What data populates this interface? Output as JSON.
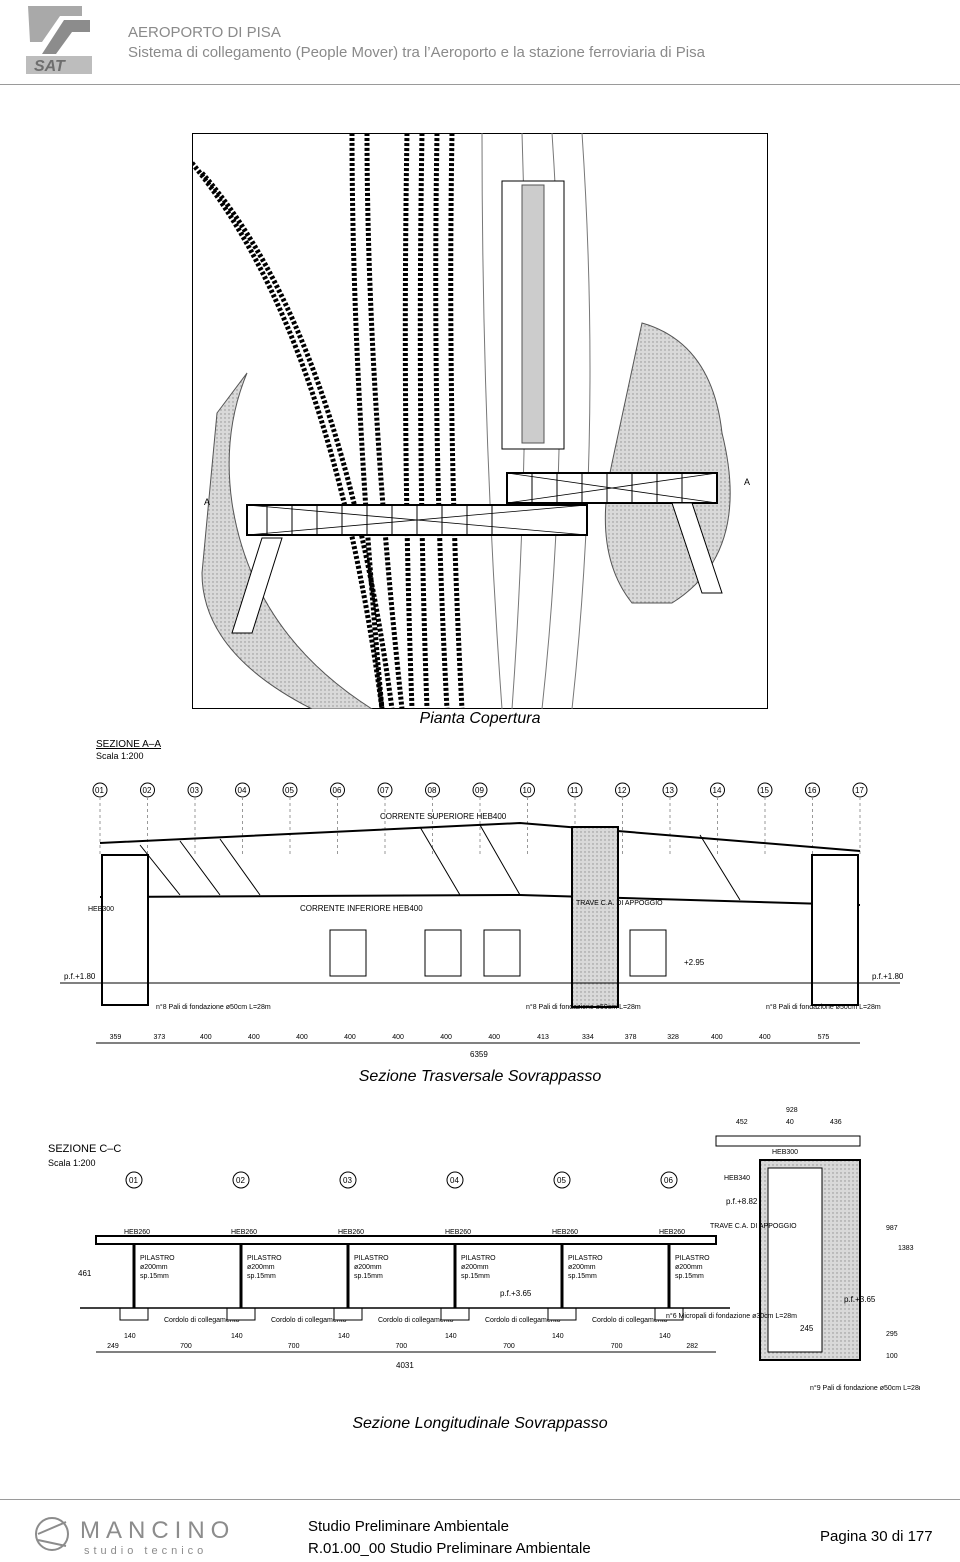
{
  "header": {
    "title": "AEROPORTO DI PISA",
    "subtitle": "Sistema di collegamento (People Mover) tra l’Aeroporto e la stazione ferroviaria di Pisa",
    "logo_text": "SAT"
  },
  "figures": {
    "plan_caption": "Pianta Copertura",
    "section_aa_caption": "Sezione Trasversale Sovrappasso",
    "section_cc_caption": "Sezione Longitudinale Sovrappasso",
    "section_aa": {
      "title": "SEZIONE A–A",
      "scale": "Scala 1:200",
      "axes": [
        "01",
        "02",
        "03",
        "04",
        "05",
        "06",
        "07",
        "08",
        "09",
        "10",
        "11",
        "12",
        "13",
        "14",
        "15",
        "16",
        "17"
      ],
      "spans": [
        "359",
        "373",
        "400",
        "400",
        "400",
        "400",
        "400",
        "400",
        "400",
        "413",
        "334",
        "378",
        "328",
        "400",
        "400",
        "575"
      ],
      "total": "6359",
      "top_chord": "CORRENTE SUPERIORE HEB400",
      "bottom_chord": "CORRENTE INFERIORE HEB400",
      "pf_left": "p.f.+1.80",
      "pf_right": "p.f.+1.80",
      "pf_platform": "+2.95",
      "piles_left": "n°8 Pali di fondazione ø50cm L=28m",
      "piles_mid": "n°8 Pali di fondazione ø50cm L=28m",
      "piles_right": "n°8 Pali di fondazione ø50cm L=28m",
      "beam_label": "HEB300",
      "trave": "TRAVE C.A. DI APPOGGIO"
    },
    "section_cc": {
      "title": "SEZIONE C–C",
      "scale": "Scala 1:200",
      "axes": [
        "01",
        "02",
        "03",
        "04",
        "05",
        "06"
      ],
      "beam_label": "HEB260",
      "pillar": "PILASTRO",
      "pillar_dia": "ø200mm",
      "pillar_sp": "sp.15mm",
      "cordolo": "Cordolo di collegamento",
      "pier_w": "140",
      "spans": [
        "249",
        "700",
        "700",
        "700",
        "700",
        "700",
        "282"
      ],
      "total": "4031",
      "height": "461",
      "pf": "p.f.+3.65",
      "pf_right": "p.f.+3.65",
      "pf_top": "p.f.+8.82",
      "micropali": "n°6 Micropali di fondazione ø30cm L=28m",
      "right_dims": [
        "928",
        "452",
        "40",
        "436"
      ],
      "right_heights": [
        "987",
        "1383",
        "295",
        "100"
      ],
      "right_base": "245",
      "piles_right": "n°9 Pali di fondazione ø50cm L=28m",
      "trave": "TRAVE C.A. DI APPOGGIO",
      "heb300": "HEB300",
      "heb340": "HEB340"
    }
  },
  "footer": {
    "company": "MANCINO",
    "company_sub": "studio tecnico",
    "doc_title": "Studio Preliminare Ambientale",
    "doc_code": "R.01.00_00 Studio Preliminare Ambientale",
    "page": "Pagina 30 di 177"
  }
}
